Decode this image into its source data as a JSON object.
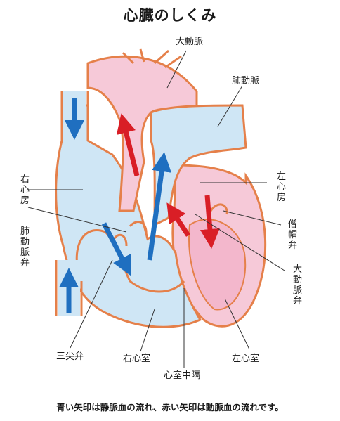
{
  "title": "心臓のしくみ",
  "labels": {
    "aorta": "大動脈",
    "pulmonary_artery": "肺動脈",
    "right_atrium": "右心房",
    "left_atrium": "左心房",
    "mitral_valve": "僧帽弁",
    "pulmonary_valve": "肺動脈弁",
    "aortic_valve": "大動脈弁",
    "tricuspid_valve": "三尖弁",
    "right_ventricle": "右心室",
    "interventricular_septum": "心室中隔",
    "left_ventricle": "左心室"
  },
  "caption": "青い矢印は静脈血の流れ、赤い矢印は動脈血の流れです。",
  "colors": {
    "outline": "#e5804a",
    "venous_fill": "#cfe6f5",
    "arterial_fill": "#f6c9d8",
    "venous_arrow": "#1f6fc0",
    "arterial_arrow": "#d91e26"
  }
}
